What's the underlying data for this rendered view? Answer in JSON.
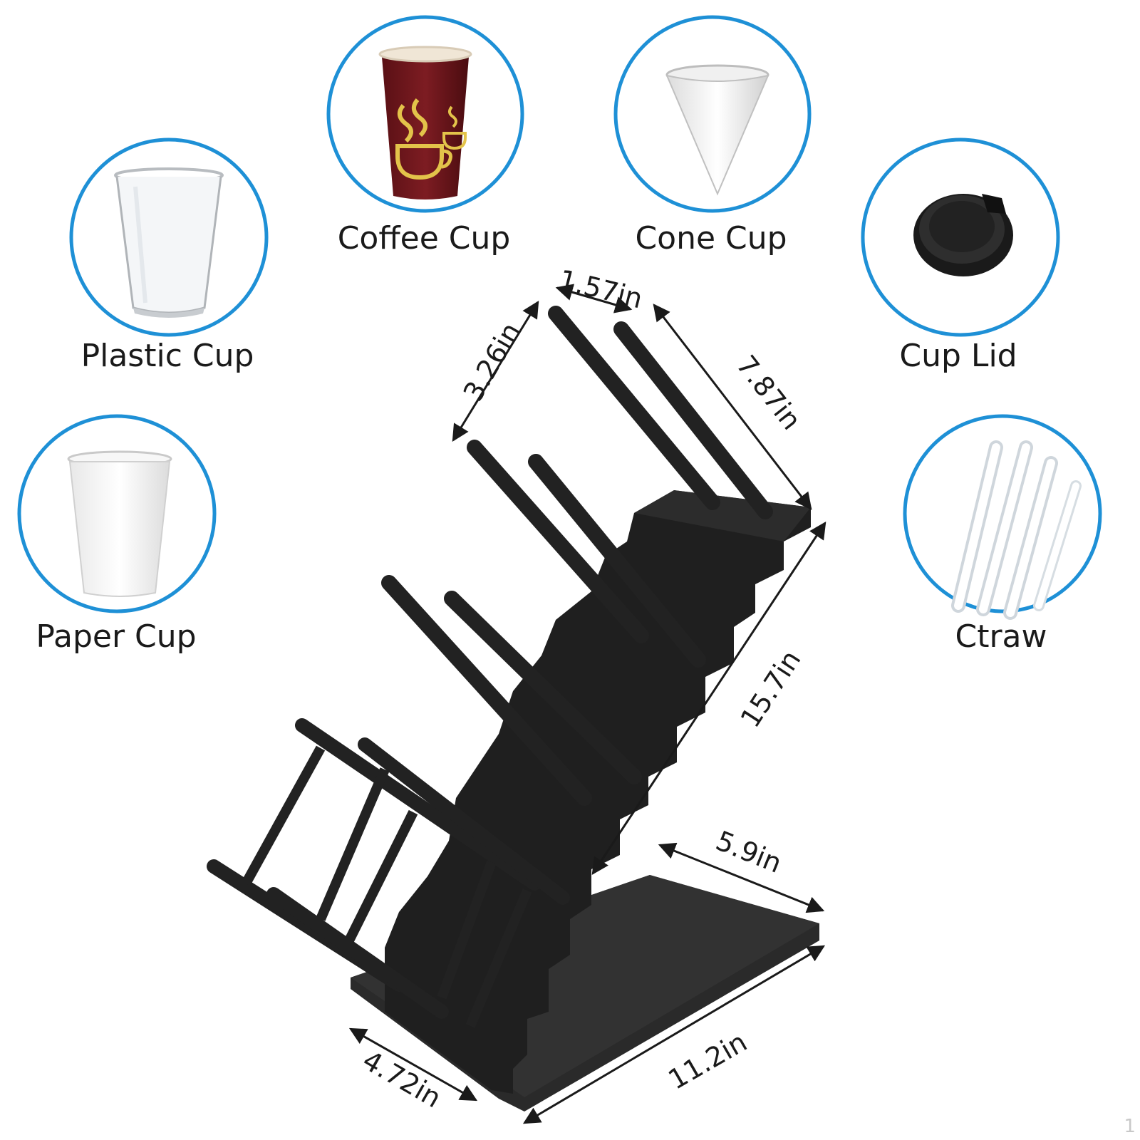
{
  "colors": {
    "circle_border": "#1e90d6",
    "rack": "#262626",
    "rack_edge": "#3a3a3a",
    "text": "#1a1a1a"
  },
  "items": [
    {
      "name": "plastic-cup",
      "label": "Plastic Cup",
      "icon": "plastic-cup-icon"
    },
    {
      "name": "coffee-cup",
      "label": "Coffee Cup",
      "icon": "coffee-cup-icon"
    },
    {
      "name": "cone-cup",
      "label": "Cone Cup",
      "icon": "cone-cup-icon"
    },
    {
      "name": "cup-lid",
      "label": "Cup Lid",
      "icon": "cup-lid-icon"
    },
    {
      "name": "paper-cup",
      "label": "Paper Cup",
      "icon": "paper-cup-icon"
    },
    {
      "name": "straw",
      "label": "Ctraw",
      "icon": "straw-icon"
    }
  ],
  "dimensions": {
    "rod_spacing": "1.57in",
    "tier_gap": "3.26in",
    "rod_length": "7.87in",
    "height": "15.7in",
    "base_width": "5.9in",
    "base_length": "11.2in",
    "front_width": "4.72in"
  },
  "page_number": "1"
}
